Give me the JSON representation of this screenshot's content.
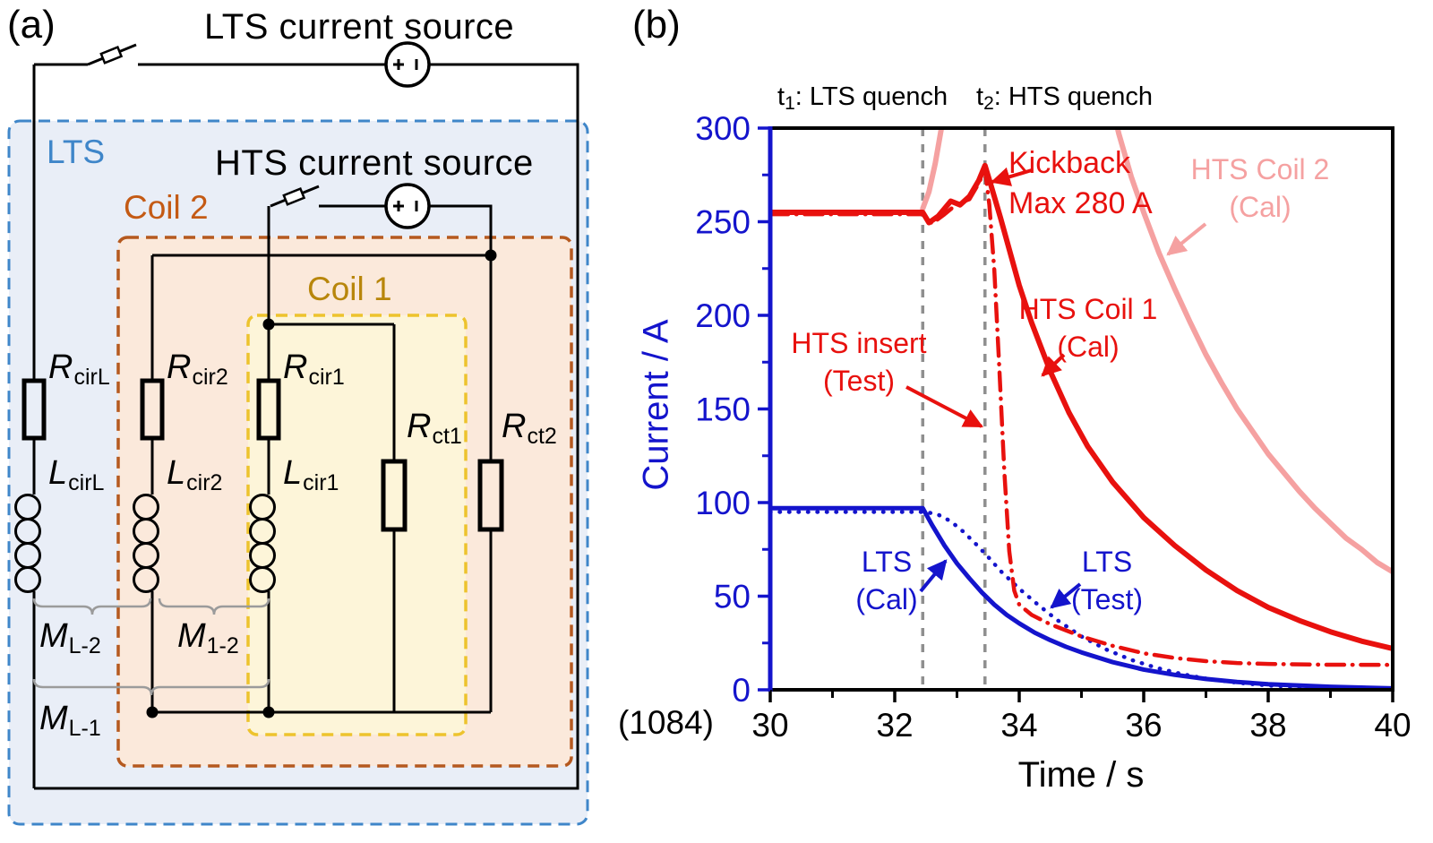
{
  "figure": {
    "panel_a_tag": "(a)",
    "panel_b_tag": "(b)"
  },
  "circuit": {
    "titles": {
      "lts_source": "LTS current source",
      "hts_source": "HTS current source"
    },
    "box_labels": {
      "lts": "LTS",
      "coil2": "Coil 2",
      "coil1": "Coil 1"
    },
    "components": {
      "RcirL": {
        "sym": "R",
        "sub": "cirL"
      },
      "Rcir2": {
        "sym": "R",
        "sub": "cir2"
      },
      "Rcir1": {
        "sym": "R",
        "sub": "cir1"
      },
      "Rct1": {
        "sym": "R",
        "sub": "ct1"
      },
      "Rct2": {
        "sym": "R",
        "sub": "ct2"
      },
      "LcirL": {
        "sym": "L",
        "sub": "cirL"
      },
      "Lcir2": {
        "sym": "L",
        "sub": "cir2"
      },
      "Lcir1": {
        "sym": "L",
        "sub": "cir1"
      }
    },
    "mutual_inductances": {
      "ML2": {
        "sym": "M",
        "sub": "L-2"
      },
      "M12": {
        "sym": "M",
        "sub": "1-2"
      },
      "ML1": {
        "sym": "M",
        "sub": "L-1"
      }
    },
    "colors": {
      "lts_box": "#3f86c9",
      "lts_fill": "#e9eef7",
      "lts_label": "#3f86c9",
      "coil2_box": "#b5591f",
      "coil2_fill": "#fbe9db",
      "coil2_label": "#c45a14",
      "coil1_box": "#edc32d",
      "coil1_fill": "#fdf5d9",
      "coil1_label": "#b8860b"
    }
  },
  "chart": {
    "y_axis_title": "Current / A",
    "x_axis_title": "Time / s",
    "corner_label": "(1084)",
    "annotations": {
      "kickback": {
        "line1": "Kickback",
        "line2": "Max 280 A"
      },
      "hts_coil2": {
        "line1": "HTS Coil 2",
        "line2": "(Cal)"
      },
      "hts_coil1": {
        "line1": "HTS Coil 1",
        "line2": "(Cal)"
      },
      "hts_insert": {
        "line1": "HTS insert",
        "line2": "(Test)"
      },
      "lts_cal": {
        "line1": "LTS",
        "line2": "(Cal)"
      },
      "lts_test": {
        "line1": "LTS",
        "line2": "(Test)"
      }
    },
    "colors": {
      "axis_blue": "#1414cc",
      "red": "#e8110e",
      "pink": "#f5a1a1",
      "gray_dash": "#8f8f8f"
    }
  },
  "chart_data": {
    "type": "line",
    "title": "",
    "xlabel": "Time / s",
    "ylabel": "Current / A",
    "xlim": [
      30,
      40
    ],
    "ylim": [
      0,
      300
    ],
    "x_ticks": [
      30,
      32,
      34,
      36,
      38,
      40
    ],
    "y_ticks": [
      0,
      50,
      100,
      150,
      200,
      250,
      300
    ],
    "x_minor_step": 1,
    "y_minor_step": 25,
    "grid": false,
    "legend": "none (annotated curves)",
    "kickback_max_A": 280,
    "events": [
      {
        "pre": "t",
        "sub": "1",
        "post": ": LTS quench",
        "x": 32.45
      },
      {
        "pre": "t",
        "sub": "2",
        "post": ": HTS quench",
        "x": 33.45
      }
    ],
    "series": [
      {
        "id": "hts-coil2-cal-rise",
        "name": "HTS Coil 2 (Cal) rise after LTS quench",
        "color": "#f5a1a1",
        "style": "solid",
        "width": 6,
        "points": [
          [
            32.45,
            257
          ],
          [
            32.55,
            266
          ],
          [
            32.65,
            281
          ],
          [
            32.75,
            300
          ],
          [
            32.82,
            318
          ]
        ]
      },
      {
        "id": "hts-coil2-cal",
        "name": "HTS Coil 2 (Cal)",
        "color": "#f5a1a1",
        "style": "solid",
        "width": 6,
        "points": [
          [
            35.45,
            318
          ],
          [
            35.6,
            297
          ],
          [
            35.8,
            274
          ],
          [
            36,
            255
          ],
          [
            36.25,
            233
          ],
          [
            36.5,
            214
          ],
          [
            36.75,
            196
          ],
          [
            37,
            179
          ],
          [
            37.25,
            164
          ],
          [
            37.5,
            150
          ],
          [
            37.75,
            138
          ],
          [
            38,
            126
          ],
          [
            38.25,
            116
          ],
          [
            38.5,
            106
          ],
          [
            38.75,
            97
          ],
          [
            39,
            89
          ],
          [
            39.25,
            81
          ],
          [
            39.5,
            75
          ],
          [
            39.75,
            68
          ],
          [
            40,
            63
          ]
        ]
      },
      {
        "id": "hts-coil1-cal",
        "name": "HTS Coil 1 (Cal)",
        "color": "#e8110e",
        "style": "solid",
        "width": 6,
        "points": [
          [
            30,
            255
          ],
          [
            31,
            255
          ],
          [
            32,
            255
          ],
          [
            32.45,
            255
          ],
          [
            32.55,
            249.5
          ],
          [
            32.7,
            253
          ],
          [
            32.9,
            261
          ],
          [
            33.05,
            259
          ],
          [
            33.2,
            263.5
          ],
          [
            33.35,
            272
          ],
          [
            33.45,
            280
          ],
          [
            33.55,
            269
          ],
          [
            33.7,
            252
          ],
          [
            33.85,
            234
          ],
          [
            34,
            216
          ],
          [
            34.2,
            196
          ],
          [
            34.5,
            170
          ],
          [
            34.8,
            148
          ],
          [
            35.1,
            130
          ],
          [
            35.5,
            111
          ],
          [
            36,
            92
          ],
          [
            36.5,
            77
          ],
          [
            37,
            64
          ],
          [
            37.5,
            53
          ],
          [
            38,
            44
          ],
          [
            38.5,
            37
          ],
          [
            39,
            31
          ],
          [
            39.5,
            26
          ],
          [
            40,
            22
          ]
        ]
      },
      {
        "id": "lts-cal",
        "name": "LTS (Cal)",
        "color": "#1414cc",
        "style": "solid",
        "width": 5,
        "points": [
          [
            30,
            97
          ],
          [
            31,
            97
          ],
          [
            32,
            97
          ],
          [
            32.45,
            97
          ],
          [
            32.6,
            88
          ],
          [
            32.8,
            77
          ],
          [
            33,
            67.5
          ],
          [
            33.2,
            59.5
          ],
          [
            33.4,
            52
          ],
          [
            33.6,
            45.5
          ],
          [
            33.8,
            40
          ],
          [
            34,
            35.5
          ],
          [
            34.25,
            30.5
          ],
          [
            34.5,
            26.5
          ],
          [
            34.75,
            23
          ],
          [
            35,
            20
          ],
          [
            35.5,
            14.8
          ],
          [
            36,
            10.8
          ],
          [
            36.5,
            8
          ],
          [
            37,
            5.8
          ],
          [
            37.5,
            4.2
          ],
          [
            38,
            3
          ],
          [
            39,
            1.6
          ],
          [
            40,
            0.8
          ]
        ]
      },
      {
        "id": "lts-test",
        "name": "LTS (Test)",
        "color": "#1414cc",
        "style": "dotted",
        "width": 4.5,
        "points": [
          [
            30,
            95
          ],
          [
            31,
            95
          ],
          [
            32,
            95
          ],
          [
            32.5,
            95
          ],
          [
            32.7,
            93.5
          ],
          [
            32.9,
            90
          ],
          [
            33.1,
            84.5
          ],
          [
            33.3,
            78
          ],
          [
            33.5,
            71
          ],
          [
            33.7,
            63.5
          ],
          [
            34,
            54
          ],
          [
            34.3,
            45.5
          ],
          [
            34.6,
            37.5
          ],
          [
            35,
            28.5
          ],
          [
            35.4,
            21.5
          ],
          [
            35.8,
            16
          ],
          [
            36.2,
            11.8
          ],
          [
            36.6,
            8.5
          ],
          [
            37,
            6
          ],
          [
            37.5,
            3.8
          ],
          [
            38,
            2.3
          ],
          [
            39,
            0.7
          ],
          [
            40,
            0
          ]
        ]
      },
      {
        "id": "hts-insert-test",
        "name": "HTS insert (Test)",
        "color": "#e8110e",
        "style": "dashdot",
        "width": 4.5,
        "points": [
          [
            30,
            254
          ],
          [
            31,
            254
          ],
          [
            32,
            254
          ],
          [
            32.45,
            254
          ],
          [
            32.6,
            249
          ],
          [
            32.8,
            254
          ],
          [
            33,
            259.5
          ],
          [
            33.2,
            262
          ],
          [
            33.35,
            270.5
          ],
          [
            33.45,
            278
          ],
          [
            33.52,
            259
          ],
          [
            33.6,
            224
          ],
          [
            33.68,
            172
          ],
          [
            33.76,
            117
          ],
          [
            33.84,
            74
          ],
          [
            33.92,
            53
          ],
          [
            34,
            45.5
          ],
          [
            34.2,
            40
          ],
          [
            34.5,
            35
          ],
          [
            35,
            28.5
          ],
          [
            35.5,
            23.5
          ],
          [
            36,
            19.5
          ],
          [
            36.5,
            17
          ],
          [
            37,
            15.3
          ],
          [
            37.5,
            14.3
          ],
          [
            38,
            13.8
          ],
          [
            39,
            13.4
          ],
          [
            40,
            13.3
          ]
        ]
      }
    ]
  }
}
